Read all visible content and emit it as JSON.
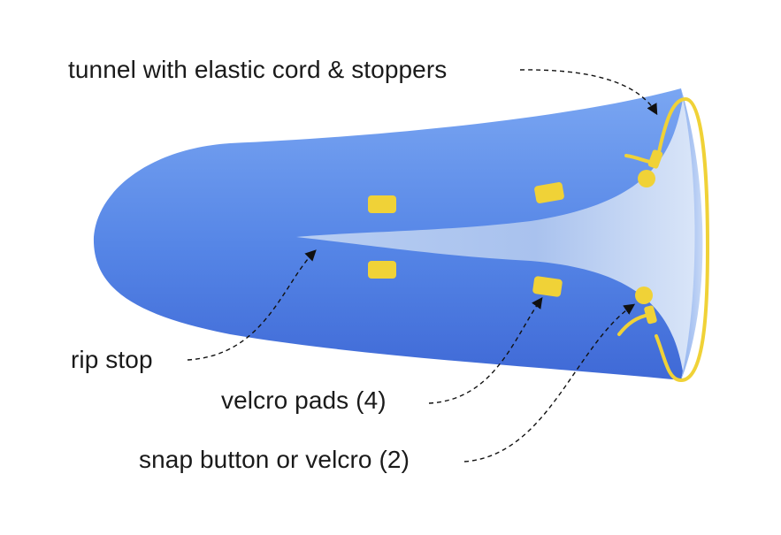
{
  "labels": {
    "tunnel": "tunnel with elastic cord & stoppers",
    "rip_stop": "rip stop",
    "velcro_pads": "velcro pads (4)",
    "snap": "snap button or velcro (2)"
  },
  "colors": {
    "fabric_light": "#6e9cf0",
    "fabric_dark": "#3f6ad8",
    "opening_light": "#d8e4f7",
    "opening_mid": "#aec6ee",
    "cord_yellow": "#f0d237",
    "arrow": "#111111"
  },
  "icons": {
    "velcro_pad": "rounded-rectangle",
    "snap_button": "filled-circle",
    "cord_stopper": "rounded-rectangle",
    "elastic_cord": "yellow-loop"
  }
}
